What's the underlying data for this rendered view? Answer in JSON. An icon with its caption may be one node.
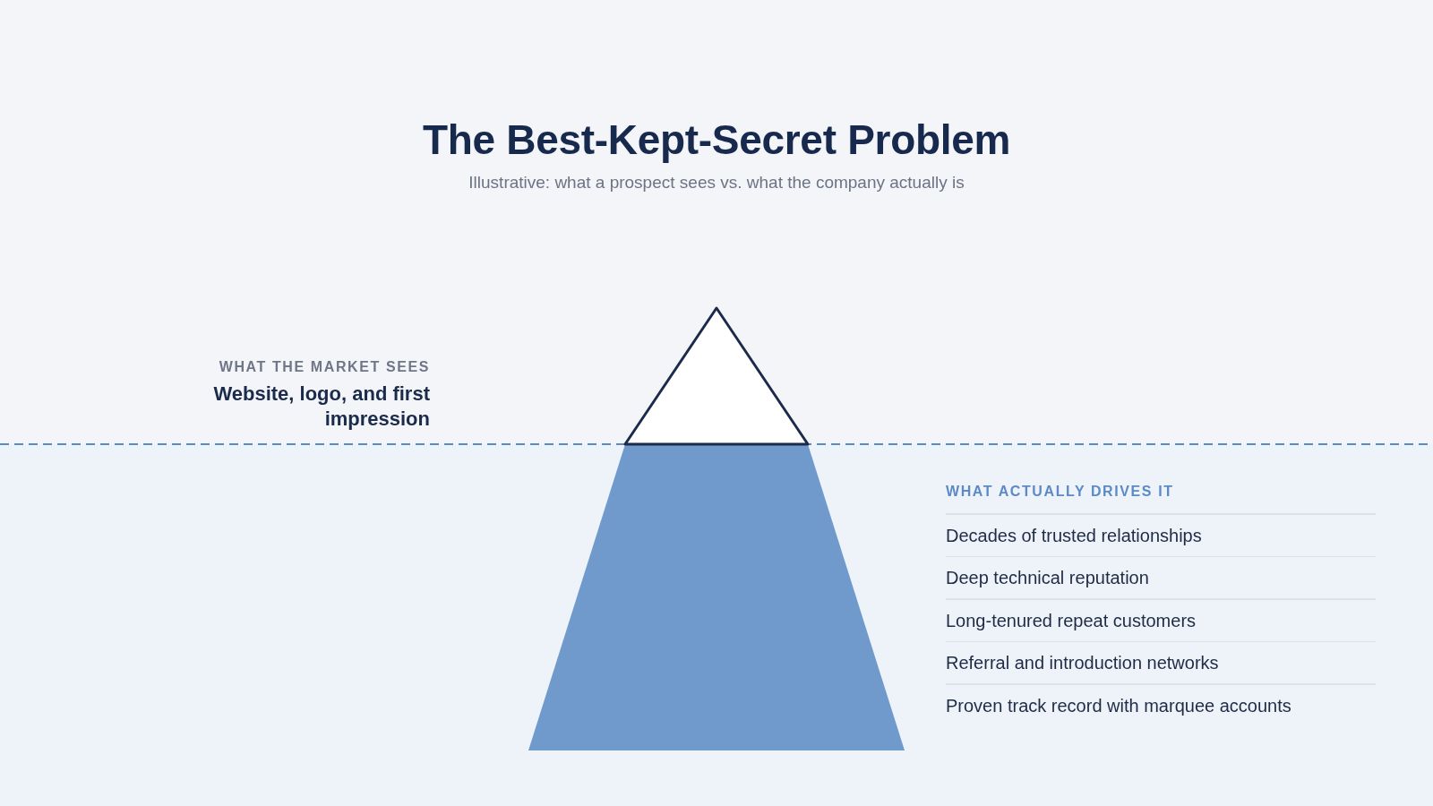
{
  "diagram": {
    "title": "The Best-Kept-Secret Problem",
    "labels": [
      "Illustrative: what a prospect sees vs. what the company actually is",
      "WHAT THE MARKET SEES",
      "Website, logo, and first impression",
      "WHAT ACTUALLY DRIVES IT",
      "Decades of trusted relationships",
      "Deep technical reputation",
      "Long-tenured repeat customers",
      "Referral and introduction networks",
      "Proven track record with marquee accounts"
    ]
  }
}
